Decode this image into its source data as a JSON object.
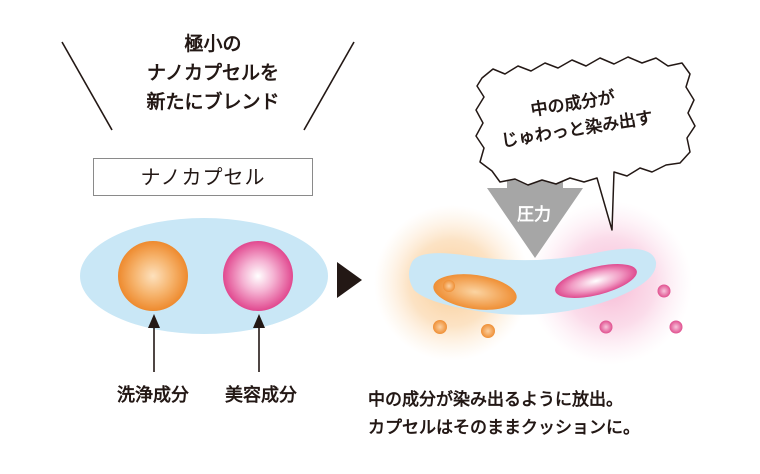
{
  "headline": {
    "lines": [
      "極小の",
      "ナノカプセルを",
      "新たにブレンド"
    ]
  },
  "capsule": {
    "label": "ナノカプセル",
    "ingredients": [
      "洗浄成分",
      "美容成分"
    ]
  },
  "callout": {
    "lines": [
      "中の成分が",
      "じゅわっと染み出す"
    ]
  },
  "pressure": {
    "label": "圧力"
  },
  "result": {
    "lines": [
      "中の成分が染み出るように放出。",
      "カプセルはそのままクッションに。"
    ]
  },
  "colors": {
    "capsule_fill": "#c9e7f6",
    "orange": "#f19a3e",
    "pink": "#e45a9a",
    "arrow_gray": "#a6a6a6",
    "text": "#231815"
  }
}
